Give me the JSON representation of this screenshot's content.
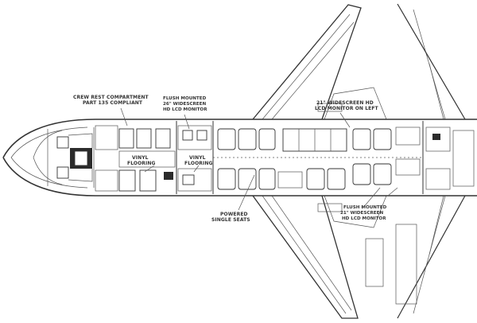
{
  "labels": {
    "crew_rest_line1": "CREW REST COMPARTMENT",
    "crew_rest_line2": "PART 135 COMPLIANT",
    "flush_mount_top_line1": "FLUSH MOUNTED",
    "flush_mount_top_line2": "26\" WIDESCREEN",
    "flush_mount_top_line3": "HD LCD MONITOR",
    "widescreen_top_line1": "21\" WIDESCREEN HD",
    "widescreen_top_line2": "LCD MONITOR ON LEFT",
    "vinyl_fwd_line1": "VINYL",
    "vinyl_fwd_line2": "FLOORING",
    "vinyl_aft_line1": "VINYL",
    "vinyl_aft_line2": "FLOORING",
    "powered_line1": "POWERED",
    "powered_line2": "SINGLE SEATS",
    "flush_mount_bottom_line1": "FLUSH MOUNTED",
    "flush_mount_bottom_line2": "21\" WIDESCREEN",
    "flush_mount_bottom_line3": "HD LCD MONITOR"
  },
  "colors": {
    "ink": "#333333",
    "background": "#ffffff"
  }
}
